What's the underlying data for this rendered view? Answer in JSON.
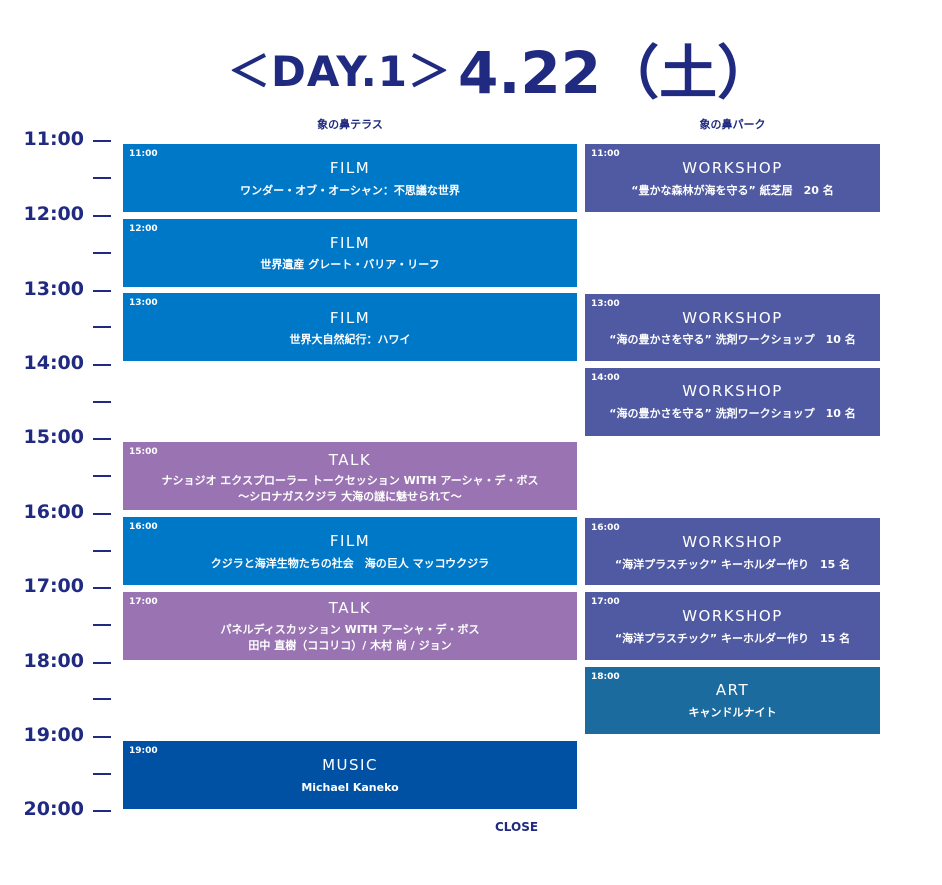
{
  "header": {
    "day": "＜DAY.1＞",
    "date": "4.22（土）"
  },
  "columns": {
    "left": "象の鼻テラス",
    "right": "象の鼻パーク"
  },
  "times": [
    "11:00",
    "12:00",
    "13:00",
    "14:00",
    "15:00",
    "16:00",
    "17:00",
    "18:00",
    "19:00",
    "20:00"
  ],
  "events": {
    "f1": {
      "start": "11:00",
      "cat": "FILM",
      "l1": "ワンダー・オブ・オーシャン：不思議な世界"
    },
    "f2": {
      "start": "12:00",
      "cat": "FILM",
      "l1": "世界遺産 グレート・バリア・リーフ"
    },
    "f3": {
      "start": "13:00",
      "cat": "FILM",
      "l1": "世界大自然紀行：ハワイ"
    },
    "t1": {
      "start": "15:00",
      "cat": "TALK",
      "l1": "ナショジオ エクスプローラー トークセッション WITH アーシャ・デ・ボス",
      "l2": "～シロナガスクジラ 大海の謎に魅せられて～"
    },
    "f4": {
      "start": "16:00",
      "cat": "FILM",
      "l1": "クジラと海洋生物たちの社会　海の巨人 マッコウクジラ"
    },
    "t2": {
      "start": "17:00",
      "cat": "TALK",
      "l1": "パネルディスカッション WITH アーシャ・デ・ボス",
      "l2": "田中 直樹（ココリコ）/ 木村 尚 / ジョン"
    },
    "m1": {
      "start": "19:00",
      "cat": "MUSIC",
      "l1": "Michael Kaneko"
    },
    "w1": {
      "start": "11:00",
      "cat": "WORKSHOP",
      "l1": "“豊かな森林が海を守る” 紙芝居　20 名"
    },
    "w2": {
      "start": "13:00",
      "cat": "WORKSHOP",
      "l1": "“海の豊かさを守る” 洗剤ワークショップ　10 名"
    },
    "w3": {
      "start": "14:00",
      "cat": "WORKSHOP",
      "l1": "“海の豊かさを守る” 洗剤ワークショップ　10 名"
    },
    "w4": {
      "start": "16:00",
      "cat": "WORKSHOP",
      "l1": "“海洋プラスチック” キーホルダー作り　15 名"
    },
    "w5": {
      "start": "17:00",
      "cat": "WORKSHOP",
      "l1": "“海洋プラスチック” キーホルダー作り　15 名"
    },
    "a1": {
      "start": "18:00",
      "cat": "ART",
      "l1": "キャンドルナイト"
    }
  },
  "footer": {
    "close": "CLOSE"
  },
  "colors": {
    "film": "#0078c8",
    "talk": "#9a73b2",
    "workshop": "#4f5aa2",
    "art": "#1b6b9e",
    "music": "#0051a3",
    "text": "#1f2a80"
  }
}
